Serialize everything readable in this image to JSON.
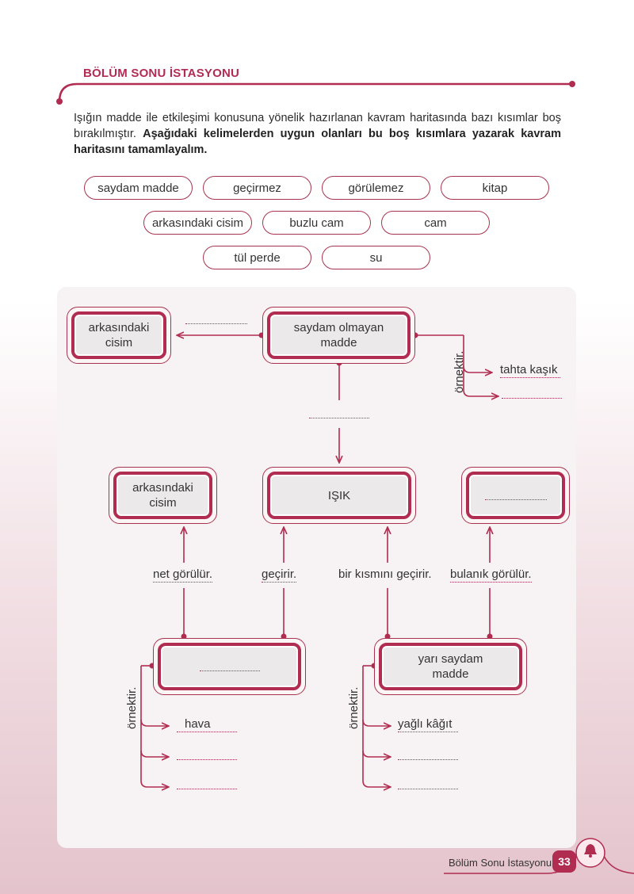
{
  "header": {
    "title": "BÖLÜM SONU İSTASYONU"
  },
  "intro": {
    "normal": "Işığın madde ile etkileşimi konusuna yönelik hazırlanan kavram haritasında bazı kısımlar boş bırakılmıştır.",
    "bold": "Aşağıdaki kelimelerden uygun olanları bu boş kısımlara yazarak kavram haritasını tamamlayalım."
  },
  "word_bank": [
    "saydam madde",
    "geçirmez",
    "görülemez",
    "kitap",
    "arkasındaki cisim",
    "buzlu cam",
    "cam",
    "tül perde",
    "su"
  ],
  "map": {
    "top_left_node": "arkasındaki\ncisim",
    "top_center_node": "saydam olmayan\nmadde",
    "center_node": "IŞIK",
    "mid_left_node": "arkasındaki\ncisim",
    "bottom_right_node": "yarı saydam\nmadde",
    "ornek_label": "örnektir.",
    "tahta": "tahta kaşık",
    "net": "net görülür.",
    "gecirir": "geçirir.",
    "bir_kismini": "bir kısmını geçirir.",
    "bulanik": "bulanık görülür.",
    "hava": "hava",
    "yagli": "yağlı kâğıt"
  },
  "footer": {
    "section": "Bölüm Sonu İstasyonu",
    "page": "33"
  },
  "colors": {
    "accent": "#b02c50",
    "title": "#b22b54"
  }
}
